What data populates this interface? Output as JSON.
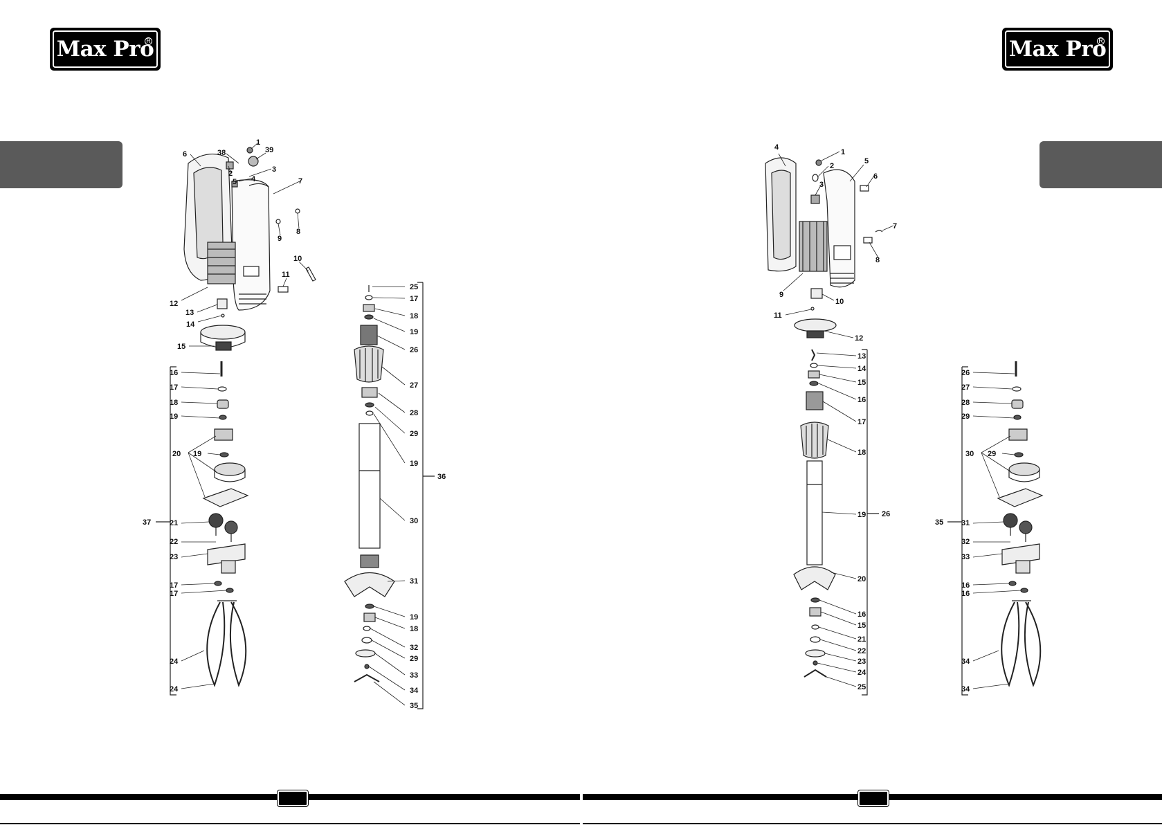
{
  "logo": {
    "text": "Max Pro",
    "registered": "R"
  },
  "left_page": {
    "body_parts": [
      "1",
      "39",
      "38",
      "2",
      "3",
      "4",
      "5",
      "6",
      "7",
      "8",
      "9",
      "10",
      "11",
      "12",
      "13",
      "14",
      "15"
    ],
    "accessory_whisk": [
      "16",
      "17",
      "18",
      "19",
      "20",
      "19",
      "21",
      "22",
      "23",
      "17",
      "17",
      "24",
      "24"
    ],
    "accessory_whisk_group": "37",
    "accessory_shaft": [
      "25",
      "17",
      "18",
      "19",
      "26",
      "27",
      "28",
      "29",
      "19",
      "30",
      "31",
      "19",
      "18",
      "32",
      "29",
      "33",
      "34",
      "35"
    ],
    "accessory_shaft_group": "36"
  },
  "right_page": {
    "body_parts": [
      "1",
      "2",
      "3",
      "4",
      "5",
      "6",
      "7",
      "8",
      "9",
      "10",
      "11",
      "12"
    ],
    "accessory_shaft": [
      "13",
      "14",
      "15",
      "16",
      "17",
      "18",
      "19",
      "20",
      "16",
      "15",
      "21",
      "22",
      "23",
      "24",
      "25"
    ],
    "accessory_shaft_group": "26",
    "accessory_whisk": [
      "26",
      "27",
      "28",
      "29",
      "30",
      "29",
      "31",
      "32",
      "33",
      "16",
      "16",
      "34",
      "34"
    ],
    "accessory_whisk_group": "35"
  }
}
